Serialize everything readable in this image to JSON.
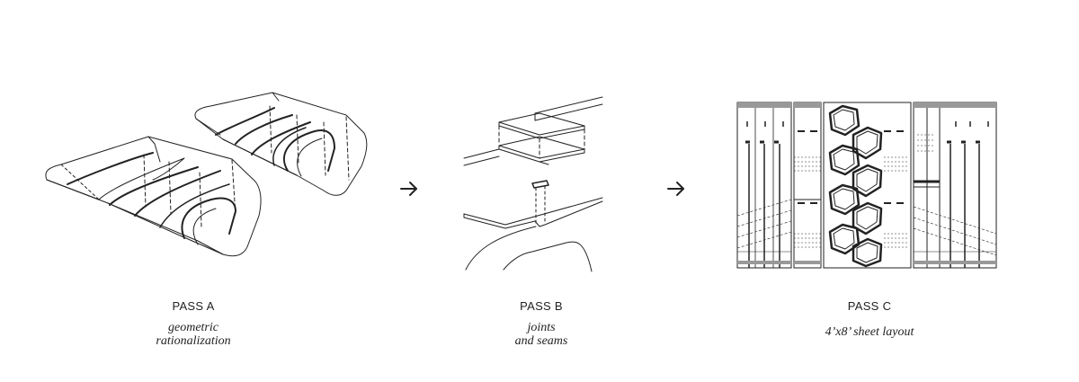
{
  "passes": [
    {
      "title": "PASS A",
      "subtitle_line1": "geometric",
      "subtitle_line2": "rationalization"
    },
    {
      "title": "PASS B",
      "subtitle_line1": "joints",
      "subtitle_line2": "and seams"
    },
    {
      "title": "PASS C",
      "subtitle_line1": "4’x8’ sheet layout",
      "subtitle_line2": ""
    }
  ],
  "arrows": [
    "arrow-right-icon",
    "arrow-right-icon"
  ],
  "colors": {
    "ink": "#222222",
    "background": "#ffffff"
  }
}
